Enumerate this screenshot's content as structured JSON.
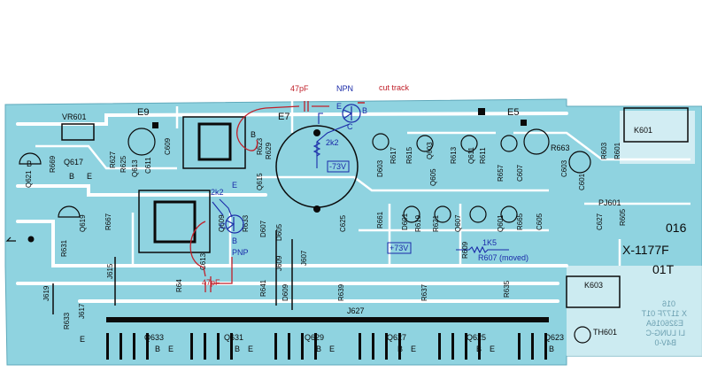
{
  "colors": {
    "board": "#8fd3e0",
    "trace": "#ffffff",
    "ink": "#0a0a0a",
    "red_ink": "#c0202a",
    "blue_ink": "#1a2aa8"
  },
  "board_id": {
    "line1": "016",
    "line2": "X-1177F",
    "line3": "01T"
  },
  "mirrored_text": [
    "016",
    "X 1177F 01T",
    "E326016A",
    "LI LUNG-C",
    "B4V-0"
  ],
  "relays": {
    "k601": "K601",
    "k603": "K603"
  },
  "thermistor": "TH601",
  "variable_resistor": "VR601",
  "pj": "PJ601",
  "electrolytics": {
    "e9": "E9",
    "e7": "E7",
    "e5": "E5"
  },
  "main_cap": {
    "label": "C625",
    "voltage": "-73V"
  },
  "small_caps": {
    "c609": "C609",
    "c611": "C611",
    "c603": "C603",
    "c601": "C601",
    "c607": "C607",
    "c605": "C605",
    "c627": "C627",
    "c613": "C613"
  },
  "diodes": {
    "d603": "D603",
    "d605": "D605",
    "d607": "D607",
    "d609": "D609",
    "d601": "D601"
  },
  "q_upper": {
    "q617": "Q617",
    "q621": "Q621",
    "q613": "Q613",
    "q615": "Q615",
    "q611": "Q611",
    "q603": "Q603",
    "q605": "Q605"
  },
  "q_mid": {
    "q619": "Q619",
    "q609": "Q609",
    "q607": "Q607",
    "q601": "Q601"
  },
  "q_bottom": [
    "Q633",
    "Q631",
    "Q629",
    "Q627",
    "Q625",
    "Q623"
  ],
  "resistors_upper": {
    "r669": "R669",
    "r627": "R627",
    "r625": "R625",
    "r623": "R623",
    "r629": "R629",
    "r617": "R617",
    "r615": "R615",
    "r613": "R613",
    "r611": "R611",
    "r657": "R657",
    "r663": "R663",
    "r603": "R603",
    "r601": "R601"
  },
  "resistors_mid": {
    "r667": "R667",
    "r631": "R631",
    "r661": "R661",
    "r619": "R619",
    "r621": "R621",
    "r665": "R665",
    "r605": "R605",
    "r607": "R607",
    "r609": "R609",
    "r633": "R633"
  },
  "resistors_low": {
    "r64": "R64",
    "r641": "R641",
    "r639": "R639",
    "r637": "R637",
    "r635": "R635",
    "r633b": "R633"
  },
  "jumpers": {
    "j615": "J615",
    "j617": "J617",
    "j619": "J619",
    "j609": "J609",
    "j607": "J607",
    "j627": "J627"
  },
  "pins": {
    "b": "B",
    "e": "E",
    "c": "C"
  },
  "annotations": {
    "cap_top": "47pF",
    "npn": "NPN",
    "cut_track": "cut track",
    "r_2k2_top": "2k2",
    "r_2k2_mid": "2k2",
    "pnp": "PNP",
    "cap_bottom": "47pF",
    "v_plus": "+73V",
    "r_1k5": "1K5",
    "r_moved": "R607 (moved)"
  }
}
